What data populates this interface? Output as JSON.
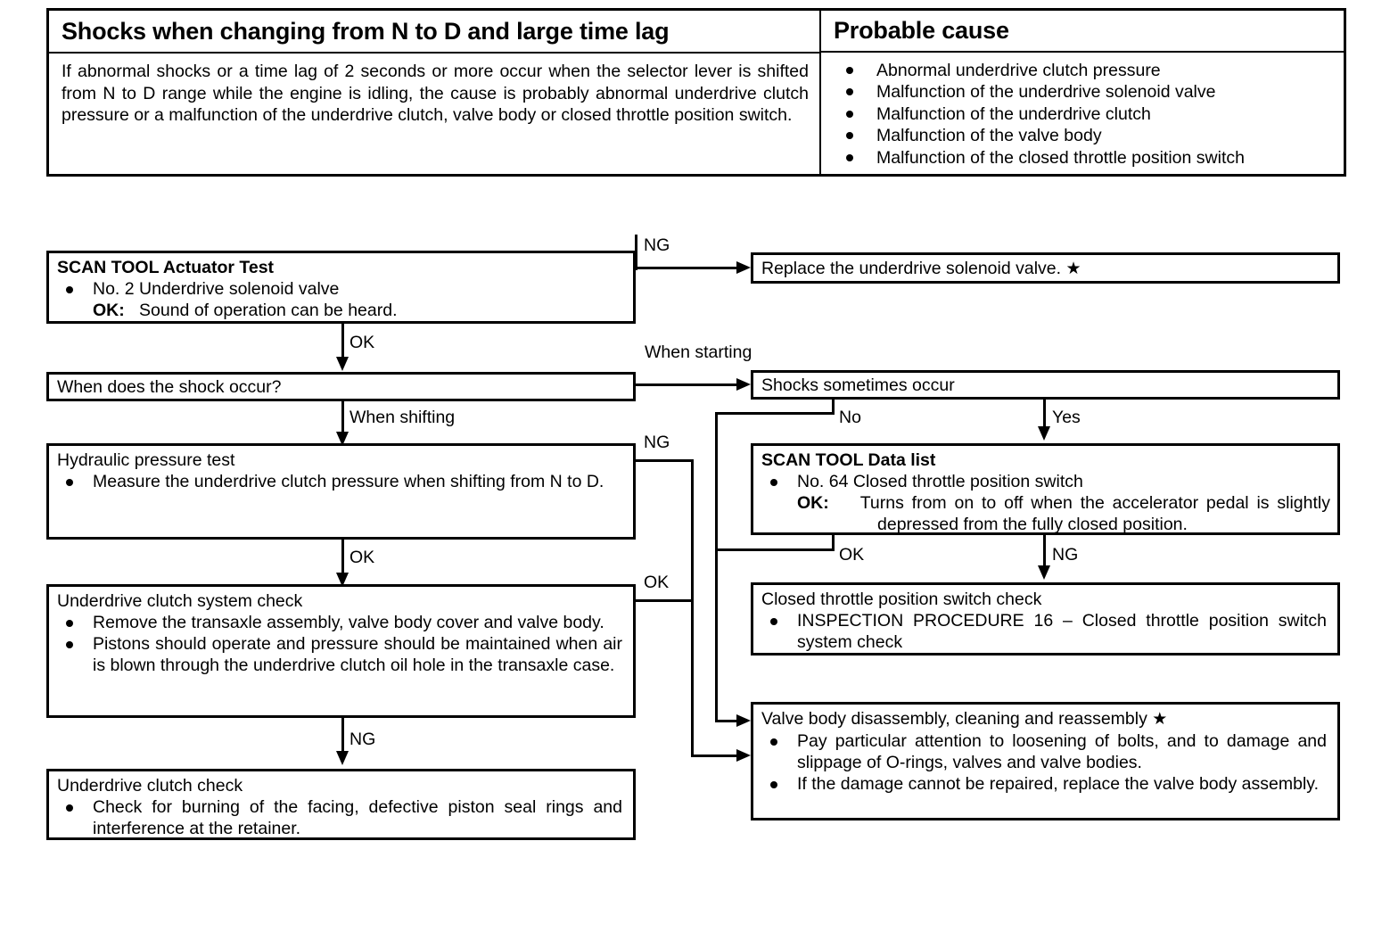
{
  "symptom_table": {
    "left_header": "Shocks when changing from N to D and large time lag",
    "right_header": "Probable cause",
    "description": "If abnormal shocks or a time lag of 2 seconds or more occur when the selector lever is shifted from N to D range while the engine is idling, the cause is probably abnormal underdrive clutch pressure or a malfunction of the underdrive clutch, valve body or closed throttle position switch.",
    "causes": [
      "Abnormal underdrive clutch pressure",
      "Malfunction of the underdrive solenoid valve",
      "Malfunction of the underdrive clutch",
      "Malfunction of the valve body",
      "Malfunction of the closed throttle position switch"
    ]
  },
  "flow": {
    "scan_tool_actuator_test": {
      "title": "SCAN TOOL Actuator Test",
      "item": "No. 2 Underdrive solenoid valve",
      "ok_label": "OK:",
      "ok_text": "Sound of operation can be heard."
    },
    "replace_solenoid": {
      "text": "Replace the underdrive solenoid valve.",
      "star": "★"
    },
    "shock_question": {
      "text": "When does the shock occur?"
    },
    "shocks_sometimes": {
      "text": "Shocks sometimes occur"
    },
    "hydraulic_pressure_test": {
      "title": "Hydraulic pressure test",
      "item": "Measure the underdrive clutch pressure when shifting from N to D."
    },
    "scan_tool_data_list": {
      "title": "SCAN TOOL Data list",
      "item": "No. 64 Closed throttle position switch",
      "ok_label": "OK:",
      "ok_text": "Turns from on to off when the accelerator pedal is slightly depressed from the fully closed position."
    },
    "underdrive_clutch_system_check": {
      "title": "Underdrive clutch system check",
      "items": [
        "Remove the transaxle assembly, valve body cover and valve body.",
        "Pistons should operate and pressure should be maintained when air is blown through the underdrive clutch oil hole in the transaxle case."
      ]
    },
    "closed_throttle_switch_check": {
      "title": "Closed throttle position switch check",
      "item": "INSPECTION PROCEDURE 16 – Closed throttle position switch system check"
    },
    "underdrive_clutch_check": {
      "title": "Underdrive clutch check",
      "item": "Check for burning of the facing, defective piston seal rings and interference at the retainer."
    },
    "valve_body_disassembly": {
      "title": "Valve body disassembly, cleaning and reassembly",
      "star": "★",
      "items": [
        "Pay particular attention to loosening of bolts, and to damage and slippage of O-rings, valves and valve bodies.",
        "If the damage cannot be repaired, replace the valve body assembly."
      ]
    },
    "edge_labels": {
      "ng_actuator": "NG",
      "ok_actuator": "OK",
      "when_starting": "When starting",
      "when_shifting": "When shifting",
      "ng_hydraulic": "NG",
      "no_shocks": "No",
      "yes_shocks": "Yes",
      "ok_system_check": "OK",
      "ok_hydraulic": "OK",
      "ok_data_list": "OK",
      "ng_data_list": "NG",
      "ng_system_check": "NG"
    }
  },
  "colors": {
    "ink": "#000000",
    "paper": "#ffffff"
  }
}
